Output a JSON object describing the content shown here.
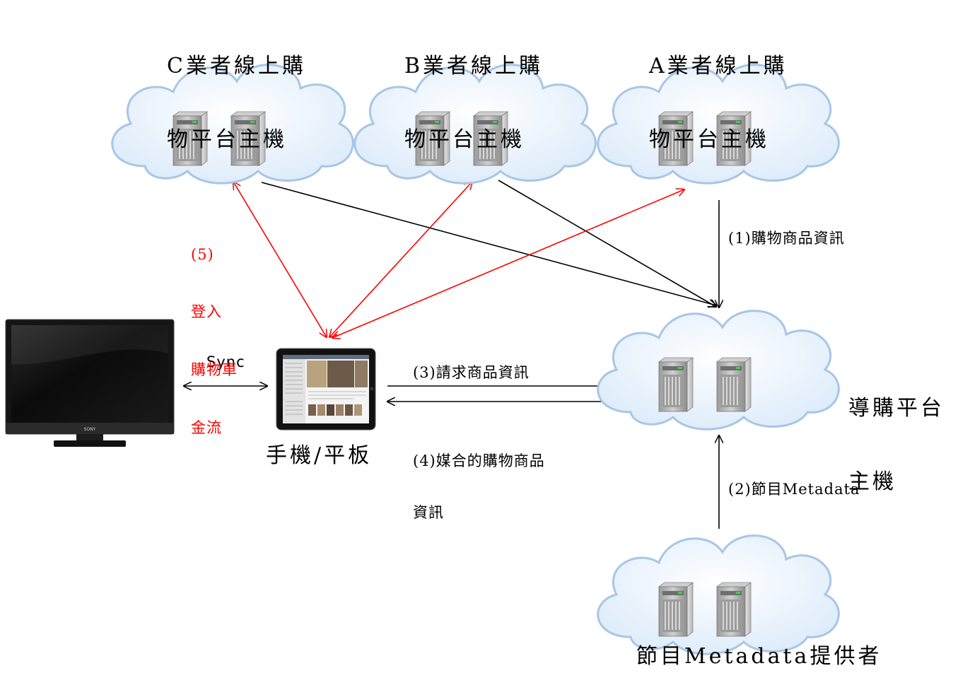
{
  "hosts": {
    "c": {
      "line1": "C業者線上購",
      "line2": "物平台主機"
    },
    "b": {
      "line1": "B業者線上購",
      "line2": "物平台主機"
    },
    "a": {
      "line1": "A業者線上購",
      "line2": "物平台主機"
    },
    "guide": {
      "line1": "導購平台",
      "line2": "主機"
    },
    "metadata_provider": {
      "label": "節目Metadata提供者"
    }
  },
  "devices": {
    "tablet": {
      "label": "手機/平板"
    }
  },
  "flows": {
    "sync": "Sync",
    "step1": "(1)購物商品資訊",
    "step2": "(2)節目Metadata",
    "step3": "(3)請求商品資訊",
    "step4_line1": "(4)媒合的購物商品",
    "step4_line2": "資訊",
    "step5": {
      "line1": "(5)",
      "line2": "登入",
      "line3": "購物車",
      "line4": "金流"
    }
  },
  "colors": {
    "black_arrow": "#000000",
    "red_arrow": "#ff0000",
    "cloud_fill": "#eef6fd",
    "cloud_stroke": "#9fc0e2"
  },
  "icons": {
    "cloud": "cloud-icon",
    "server": "server-icon",
    "tv": "tv-icon",
    "tablet": "tablet-icon"
  }
}
